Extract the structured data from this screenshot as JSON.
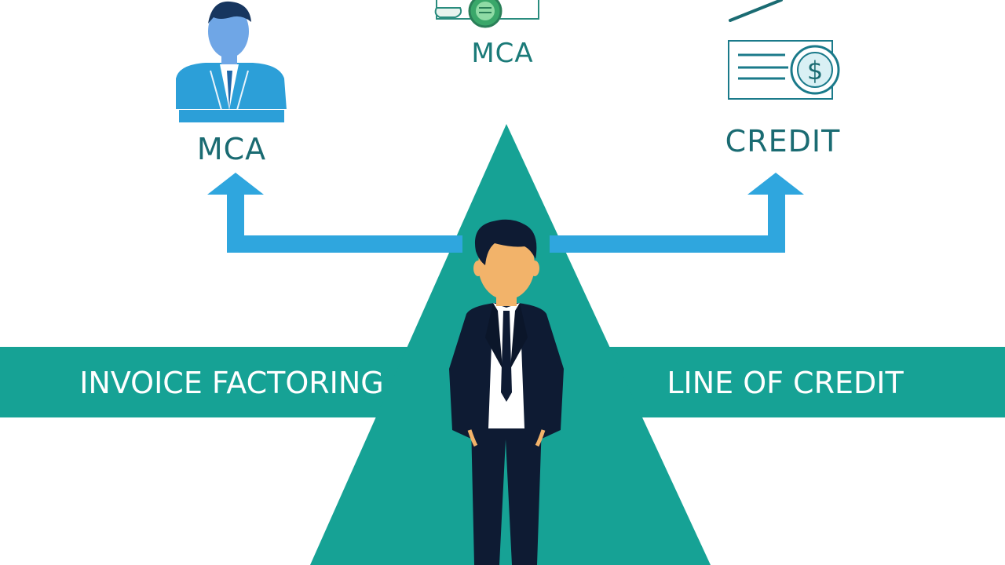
{
  "colors": {
    "teal": "#16a295",
    "blue_arrow": "#2fa6de",
    "icon_blue": "#2c9fd8",
    "text_teal": "#1a6b72",
    "suit_dark": "#0e1b33",
    "skin": "#f2b36a"
  },
  "labels": {
    "mca_person": "MCA",
    "mca_top": "MCA",
    "credit": "CREDIT",
    "invoice_factoring": "INVOICE FACTORING",
    "line_of_credit": "LINE OF CREDIT"
  },
  "icons": {
    "left": "businessman-icon",
    "top": "cash-icon",
    "right": "check-dollar-icon"
  }
}
